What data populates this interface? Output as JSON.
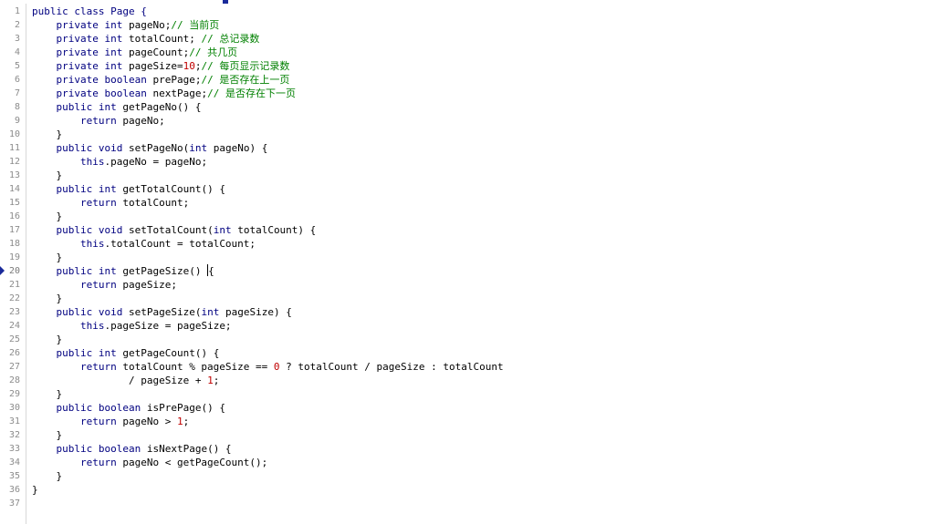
{
  "colors": {
    "keyword": "#000080",
    "identifier": "#000000",
    "comment": "#008000",
    "number": "#c00000",
    "line_number": "#8c8c8c",
    "bookmark": "#1a2a9a"
  },
  "editor": {
    "active_line": 20,
    "caret_line": 20,
    "lines": [
      {
        "number": "1",
        "indent": "",
        "tokens": [
          {
            "t": "public class ",
            "k": "kw"
          },
          {
            "t": "Page {",
            "k": "kw"
          }
        ]
      },
      {
        "number": "2",
        "indent": "    ",
        "tokens": [
          {
            "t": "private int ",
            "k": "kw"
          },
          {
            "t": "pageNo;",
            "k": "id"
          },
          {
            "t": "// 当前页",
            "k": "cm"
          }
        ]
      },
      {
        "number": "3",
        "indent": "    ",
        "tokens": [
          {
            "t": "private int ",
            "k": "kw"
          },
          {
            "t": "totalCount; ",
            "k": "id"
          },
          {
            "t": "// 总记录数",
            "k": "cm"
          }
        ]
      },
      {
        "number": "4",
        "indent": "    ",
        "tokens": [
          {
            "t": "private int ",
            "k": "kw"
          },
          {
            "t": "pageCount;",
            "k": "id"
          },
          {
            "t": "// 共几页",
            "k": "cm"
          }
        ]
      },
      {
        "number": "5",
        "indent": "    ",
        "tokens": [
          {
            "t": "private int ",
            "k": "kw"
          },
          {
            "t": "pageSize=",
            "k": "id"
          },
          {
            "t": "10",
            "k": "num"
          },
          {
            "t": ";",
            "k": "id"
          },
          {
            "t": "// 每页显示记录数",
            "k": "cm"
          }
        ]
      },
      {
        "number": "6",
        "indent": "    ",
        "tokens": [
          {
            "t": "private boolean ",
            "k": "kw"
          },
          {
            "t": "prePage;",
            "k": "id"
          },
          {
            "t": "// 是否存在上一页",
            "k": "cm"
          }
        ]
      },
      {
        "number": "7",
        "indent": "    ",
        "tokens": [
          {
            "t": "private boolean ",
            "k": "kw"
          },
          {
            "t": "nextPage;",
            "k": "id"
          },
          {
            "t": "// 是否存在下一页",
            "k": "cm"
          }
        ]
      },
      {
        "number": "8",
        "indent": "    ",
        "tokens": [
          {
            "t": "public int ",
            "k": "kw"
          },
          {
            "t": "getPageNo() {",
            "k": "id"
          }
        ]
      },
      {
        "number": "9",
        "indent": "        ",
        "tokens": [
          {
            "t": "return ",
            "k": "kw"
          },
          {
            "t": "pageNo;",
            "k": "id"
          }
        ]
      },
      {
        "number": "10",
        "indent": "    ",
        "tokens": [
          {
            "t": "}",
            "k": "id"
          }
        ]
      },
      {
        "number": "11",
        "indent": "    ",
        "tokens": [
          {
            "t": "public void ",
            "k": "kw"
          },
          {
            "t": "setPageNo(",
            "k": "id"
          },
          {
            "t": "int ",
            "k": "kw"
          },
          {
            "t": "pageNo) {",
            "k": "id"
          }
        ]
      },
      {
        "number": "12",
        "indent": "        ",
        "tokens": [
          {
            "t": "this",
            "k": "kw"
          },
          {
            "t": ".pageNo = pageNo;",
            "k": "id"
          }
        ]
      },
      {
        "number": "13",
        "indent": "    ",
        "tokens": [
          {
            "t": "}",
            "k": "id"
          }
        ]
      },
      {
        "number": "14",
        "indent": "    ",
        "tokens": [
          {
            "t": "public int ",
            "k": "kw"
          },
          {
            "t": "getTotalCount() {",
            "k": "id"
          }
        ]
      },
      {
        "number": "15",
        "indent": "        ",
        "tokens": [
          {
            "t": "return ",
            "k": "kw"
          },
          {
            "t": "totalCount;",
            "k": "id"
          }
        ]
      },
      {
        "number": "16",
        "indent": "    ",
        "tokens": [
          {
            "t": "}",
            "k": "id"
          }
        ]
      },
      {
        "number": "17",
        "indent": "    ",
        "tokens": [
          {
            "t": "public void ",
            "k": "kw"
          },
          {
            "t": "setTotalCount(",
            "k": "id"
          },
          {
            "t": "int ",
            "k": "kw"
          },
          {
            "t": "totalCount) {",
            "k": "id"
          }
        ]
      },
      {
        "number": "18",
        "indent": "        ",
        "tokens": [
          {
            "t": "this",
            "k": "kw"
          },
          {
            "t": ".totalCount = totalCount;",
            "k": "id"
          }
        ]
      },
      {
        "number": "19",
        "indent": "    ",
        "tokens": [
          {
            "t": "}",
            "k": "id"
          }
        ]
      },
      {
        "number": "20",
        "indent": "    ",
        "tokens": [
          {
            "t": "public int ",
            "k": "kw"
          },
          {
            "t": "getPageSize() {",
            "k": "id"
          }
        ]
      },
      {
        "number": "21",
        "indent": "        ",
        "tokens": [
          {
            "t": "return ",
            "k": "kw"
          },
          {
            "t": "pageSize;",
            "k": "id"
          }
        ]
      },
      {
        "number": "22",
        "indent": "    ",
        "tokens": [
          {
            "t": "}",
            "k": "id"
          }
        ]
      },
      {
        "number": "23",
        "indent": "    ",
        "tokens": [
          {
            "t": "public void ",
            "k": "kw"
          },
          {
            "t": "setPageSize(",
            "k": "id"
          },
          {
            "t": "int ",
            "k": "kw"
          },
          {
            "t": "pageSize) {",
            "k": "id"
          }
        ]
      },
      {
        "number": "24",
        "indent": "        ",
        "tokens": [
          {
            "t": "this",
            "k": "kw"
          },
          {
            "t": ".pageSize = pageSize;",
            "k": "id"
          }
        ]
      },
      {
        "number": "25",
        "indent": "    ",
        "tokens": [
          {
            "t": "}",
            "k": "id"
          }
        ]
      },
      {
        "number": "26",
        "indent": "    ",
        "tokens": [
          {
            "t": "public int ",
            "k": "kw"
          },
          {
            "t": "getPageCount() {",
            "k": "id"
          }
        ]
      },
      {
        "number": "27",
        "indent": "        ",
        "tokens": [
          {
            "t": "return ",
            "k": "kw"
          },
          {
            "t": "totalCount % pageSize == ",
            "k": "id"
          },
          {
            "t": "0",
            "k": "num"
          },
          {
            "t": " ? totalCount / pageSize : totalCount",
            "k": "id"
          }
        ]
      },
      {
        "number": "28",
        "indent": "                ",
        "tokens": [
          {
            "t": "/ pageSize + ",
            "k": "id"
          },
          {
            "t": "1",
            "k": "num"
          },
          {
            "t": ";",
            "k": "id"
          }
        ]
      },
      {
        "number": "29",
        "indent": "    ",
        "tokens": [
          {
            "t": "}",
            "k": "id"
          }
        ]
      },
      {
        "number": "30",
        "indent": "    ",
        "tokens": [
          {
            "t": "public boolean ",
            "k": "kw"
          },
          {
            "t": "isPrePage() {",
            "k": "id"
          }
        ]
      },
      {
        "number": "31",
        "indent": "        ",
        "tokens": [
          {
            "t": "return ",
            "k": "kw"
          },
          {
            "t": "pageNo > ",
            "k": "id"
          },
          {
            "t": "1",
            "k": "num"
          },
          {
            "t": ";",
            "k": "id"
          }
        ]
      },
      {
        "number": "32",
        "indent": "    ",
        "tokens": [
          {
            "t": "}",
            "k": "id"
          }
        ]
      },
      {
        "number": "33",
        "indent": "    ",
        "tokens": [
          {
            "t": "public boolean ",
            "k": "kw"
          },
          {
            "t": "isNextPage() {",
            "k": "id"
          }
        ]
      },
      {
        "number": "34",
        "indent": "        ",
        "tokens": [
          {
            "t": "return ",
            "k": "kw"
          },
          {
            "t": "pageNo < getPageCount();",
            "k": "id"
          }
        ]
      },
      {
        "number": "35",
        "indent": "    ",
        "tokens": [
          {
            "t": "}",
            "k": "id"
          }
        ]
      },
      {
        "number": "36",
        "indent": "",
        "tokens": [
          {
            "t": "}",
            "k": "id"
          }
        ]
      },
      {
        "number": "37",
        "indent": "",
        "tokens": []
      }
    ]
  }
}
